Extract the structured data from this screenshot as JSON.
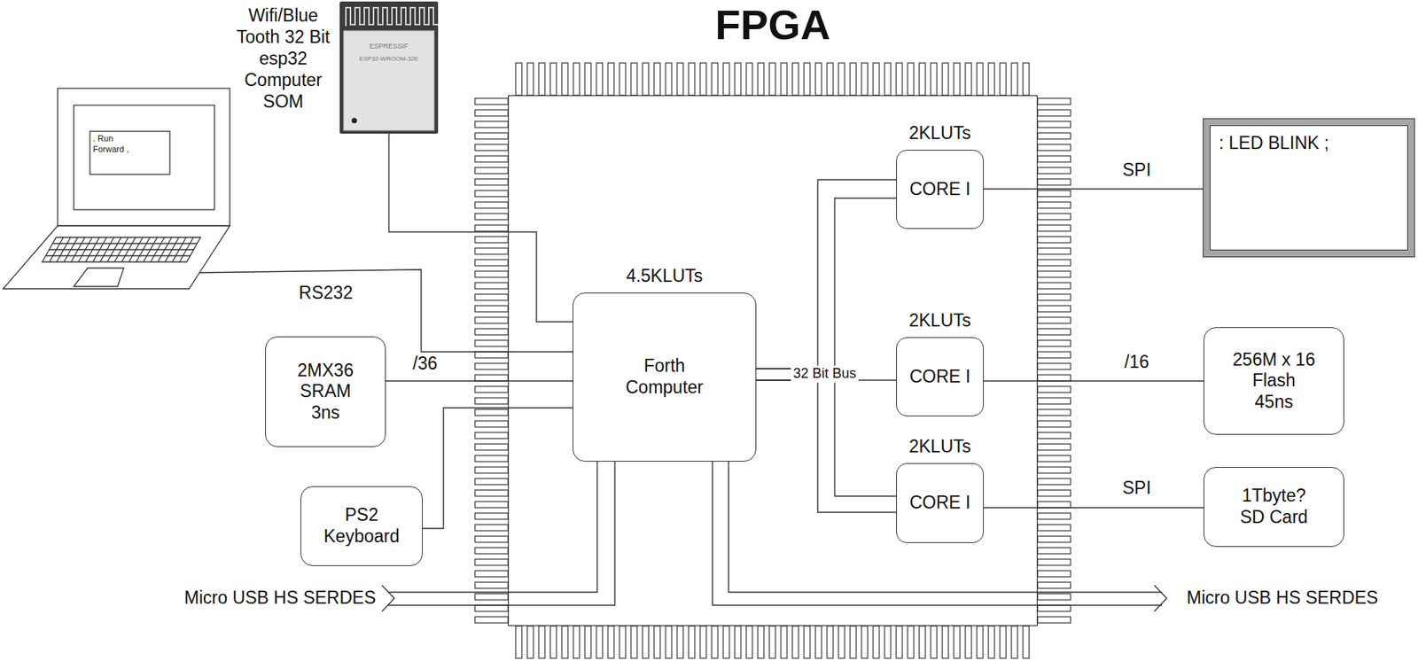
{
  "diagram": {
    "nodes": [
      {
        "text": [
          ". Run Forward ,"
        ]
      },
      {
        "text": [
          "Wifi/Blue Tooth 32 Bit esp32 Computer SOM"
        ]
      },
      {
        "text": [
          "FPGA"
        ]
      },
      {
        "text": [
          "4.5KLUTs",
          "Forth Computer"
        ],
        "in": 2
      },
      {
        "text": [
          "2KLUTs",
          "CORE I"
        ],
        "in": 2
      },
      {
        "text": [
          "2KLUTs",
          "CORE I"
        ],
        "in": 2
      },
      {
        "text": [
          "2KLUTs",
          "CORE I"
        ],
        "in": 2
      },
      {
        "text": [
          "2MX36 SRAM 3ns"
        ]
      },
      {
        "text": [
          "PS2 Keyboard"
        ]
      },
      {
        "text": [
          ": LED BLINK ;"
        ]
      },
      {
        "text": [
          "256M x 16 Flash 45ns"
        ]
      },
      {
        "text": [
          "1Tbyte? SD Card"
        ]
      }
    ],
    "edges": [
      {
        "from": 0,
        "to": 3,
        "label": "RS232",
        "arrow": "none"
      },
      {
        "from": 1,
        "to": 3,
        "arrow": "none"
      },
      {
        "from": 7,
        "to": 3,
        "label": "/36",
        "arrow": "none"
      },
      {
        "from": 8,
        "to": 3,
        "arrow": "none"
      },
      {
        "from": 3,
        "to": 4,
        "arrow": "none"
      },
      {
        "from": 3,
        "to": 5,
        "label": "32 Bit Bus",
        "arrow": "none"
      },
      {
        "from": 3,
        "to": 6,
        "arrow": "none"
      },
      {
        "from": 4,
        "to": 9,
        "label": "SPI",
        "arrow": "none"
      },
      {
        "from": 5,
        "to": 10,
        "label": "/16",
        "arrow": "none"
      },
      {
        "from": 6,
        "to": 11,
        "label": "SPI",
        "arrow": "none"
      }
    ],
    "labels": [
      "ESPRESSIF",
      "ESP32-WROOM-32E",
      "Micro USB HS SERDES",
      "Micro USB HS SERDES"
    ]
  }
}
